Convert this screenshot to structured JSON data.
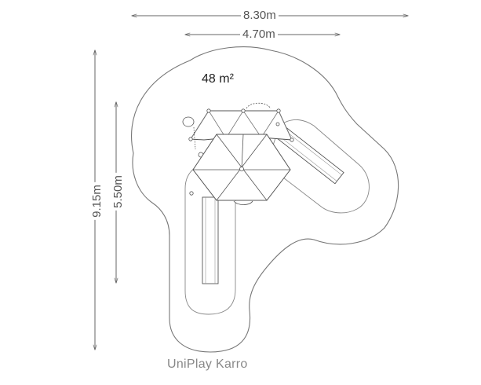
{
  "dimensions": {
    "overall_width": "8.30m",
    "structure_width": "4.70m",
    "overall_height": "9.15m",
    "structure_height": "5.50m"
  },
  "area": "48 m²",
  "product_name": "UniPlay Karro"
}
